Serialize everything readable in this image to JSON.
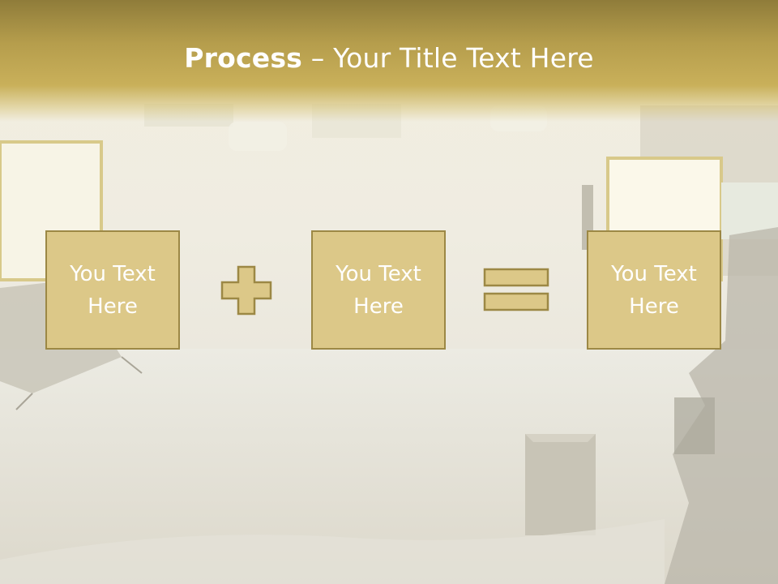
{
  "title": {
    "bold": "Process",
    "rest": " – Your Title Text Here"
  },
  "boxes": [
    {
      "label": "You Text Here"
    },
    {
      "label": "You Text Here"
    },
    {
      "label": "You Text Here"
    }
  ],
  "operators": [
    "plus-icon",
    "equals-icon"
  ],
  "colors": {
    "band": "#c9b05a",
    "box_fill": "#dcc888",
    "box_border": "#9c8845",
    "text": "#ffffff"
  }
}
